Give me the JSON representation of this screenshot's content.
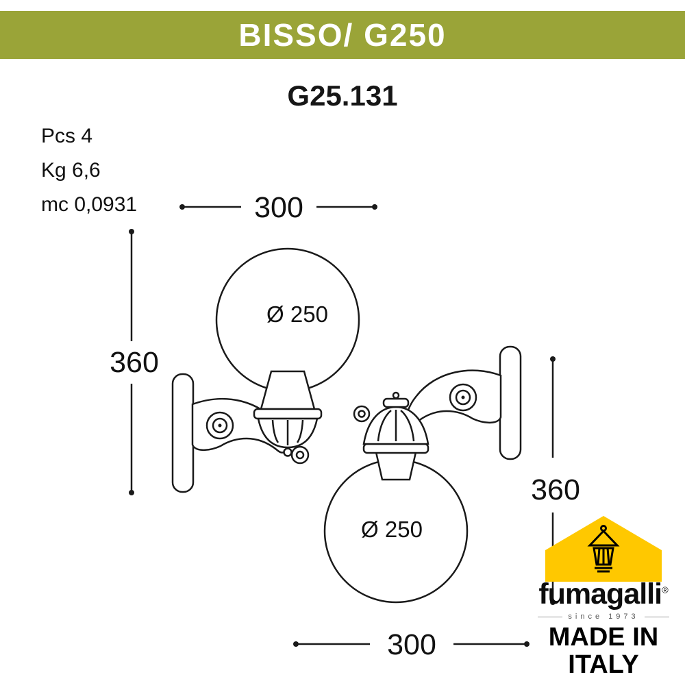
{
  "colors": {
    "header_green": "#9AA438",
    "logo_yellow": "#FFC800"
  },
  "header": {
    "title": "BISSO/ G250"
  },
  "product": {
    "model": "G25.131"
  },
  "specs": {
    "pcs": "Pcs 4",
    "kg": "Kg 6,6",
    "mc": "mc 0,0931"
  },
  "dimensions": {
    "top_width": "300",
    "left_height": "360",
    "right_height": "360",
    "bottom_width": "300",
    "upper_globe_diameter": "Ø 250",
    "lower_globe_diameter": "Ø 250"
  },
  "logo": {
    "brand": "fumagalli",
    "registered": "®",
    "since": "since 1973",
    "made_in_line1": "MADE IN",
    "made_in_line2": "ITALY"
  }
}
